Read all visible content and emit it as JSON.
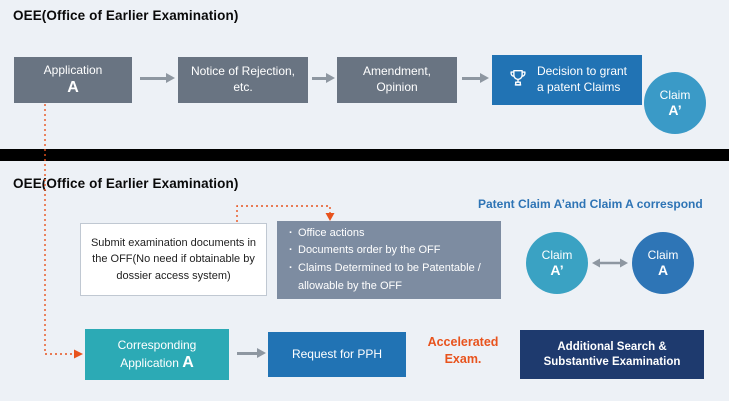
{
  "colors": {
    "background": "#edf1f6",
    "gray_box": "#697482",
    "blue_box": "#2173b4",
    "teal_box": "#2caab5",
    "navy_box": "#1e3a6e",
    "claim_circle_top": "#3a9ac7",
    "claim_circle_teal": "#3aa2c3",
    "claim_circle_blue": "#2e75b6",
    "docs_box": "#7d8ca1",
    "accent_red": "#e8531d",
    "note_blue": "#2e74b5",
    "divider": "#000000",
    "arrow_gray": "#8e97a1"
  },
  "top": {
    "title": "OEE(Office of Earlier Examination)",
    "app_box": {
      "label": "Application",
      "big": "A"
    },
    "rejection_box": {
      "line1": "Notice of Rejection,",
      "line2": "etc."
    },
    "amendment_box": {
      "line1": "Amendment,",
      "line2": "Opinion"
    },
    "decision_box": {
      "line1": "Decision to grant",
      "line2": "a patent Claims"
    },
    "claim_circle": {
      "line1": "Claim",
      "line2": "A’"
    }
  },
  "bottom": {
    "title": "OEE(Office of Earlier Examination)",
    "correspond_text": "Patent Claim A’and Claim A correspond",
    "submit_box": {
      "line1": "Submit examination documents in",
      "line2": "the OFF(No need if obtainable by",
      "line3": "dossier access system)"
    },
    "docs_box": {
      "bullets": [
        "Office actions",
        "Documents order by the OFF",
        "Claims Determined to be Patentable / allowable by the OFF"
      ]
    },
    "claim_a_prime": {
      "line1": "Claim",
      "line2": "A’"
    },
    "claim_a": {
      "line1": "Claim",
      "line2": "A"
    },
    "corresponding_box": {
      "line1": "Corresponding",
      "label": "Application",
      "big": "A"
    },
    "pph_box": {
      "label": "Request for PPH"
    },
    "accelerated": {
      "line1": "Accelerated",
      "line2": "Exam."
    },
    "additional_box": {
      "line1": "Additional Search &",
      "line2": "Substantive Examination"
    }
  }
}
